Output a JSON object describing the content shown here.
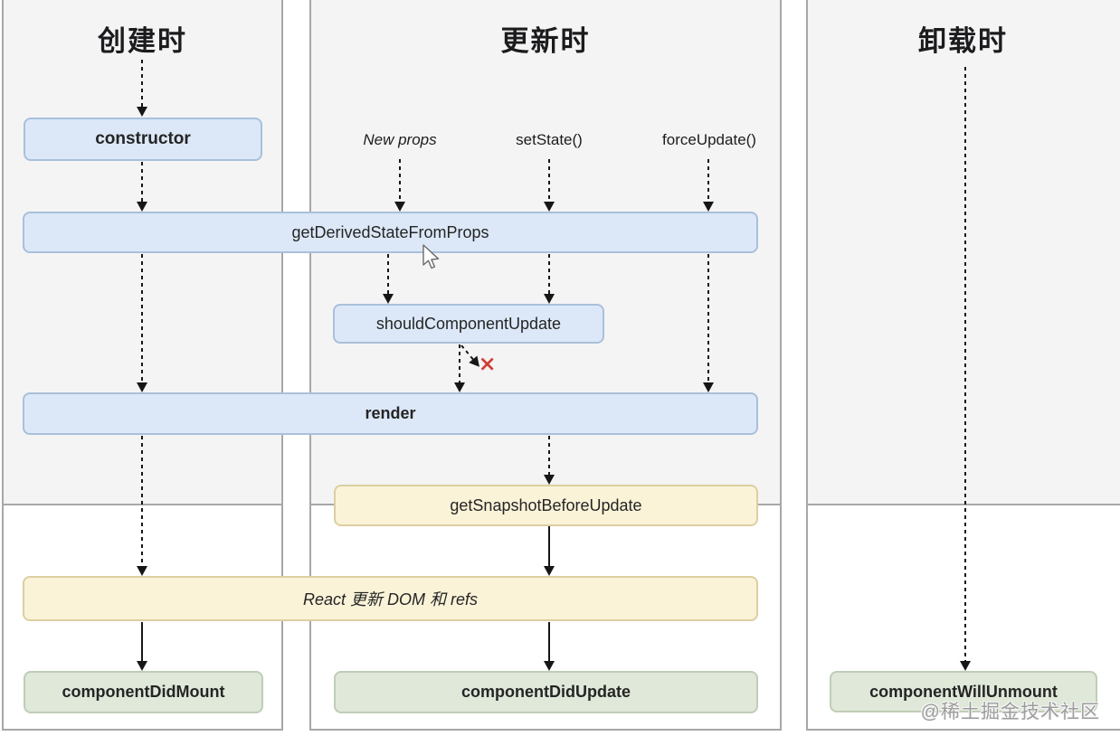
{
  "columns": [
    {
      "title": "创建时"
    },
    {
      "title": "更新时"
    },
    {
      "title": "卸载时"
    }
  ],
  "update_triggers": {
    "new_props": "New props",
    "set_state": "setState()",
    "force_update": "forceUpdate()"
  },
  "nodes": {
    "ctor": "constructor",
    "gdsfp": "getDerivedStateFromProps",
    "scu": "shouldComponentUpdate",
    "render": "render",
    "gsbu": "getSnapshotBeforeUpdate",
    "react_update": "React 更新 DOM 和 refs",
    "cdm": "componentDidMount",
    "cdu": "componentDidUpdate",
    "cwu": "componentWillUnmount"
  },
  "stop_mark": "✕",
  "watermark": "@稀土掘金技术社区",
  "colors": {
    "panel_bg": "#f4f4f5",
    "panel_border": "#a7a7a9",
    "blue_fill": "#dce8f8",
    "blue_border": "#a9c0da",
    "yellow_fill": "#faf3d8",
    "yellow_border": "#dccfa0",
    "green_fill": "#dfe8d9",
    "green_border": "#bfcdb6",
    "arrow": "#161616",
    "stop_red": "#cd3a31"
  }
}
